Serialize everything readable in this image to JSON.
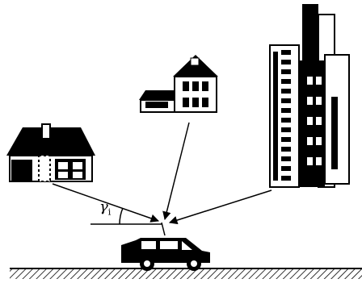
{
  "angle_label": {
    "symbol": "γ",
    "subscript": "i"
  },
  "colors": {
    "ink": "#000000",
    "paper": "#ffffff"
  },
  "objects": [
    "left-house-icon",
    "middle-house-icon",
    "skyscraper-icon",
    "car-icon",
    "ground-hatch"
  ]
}
